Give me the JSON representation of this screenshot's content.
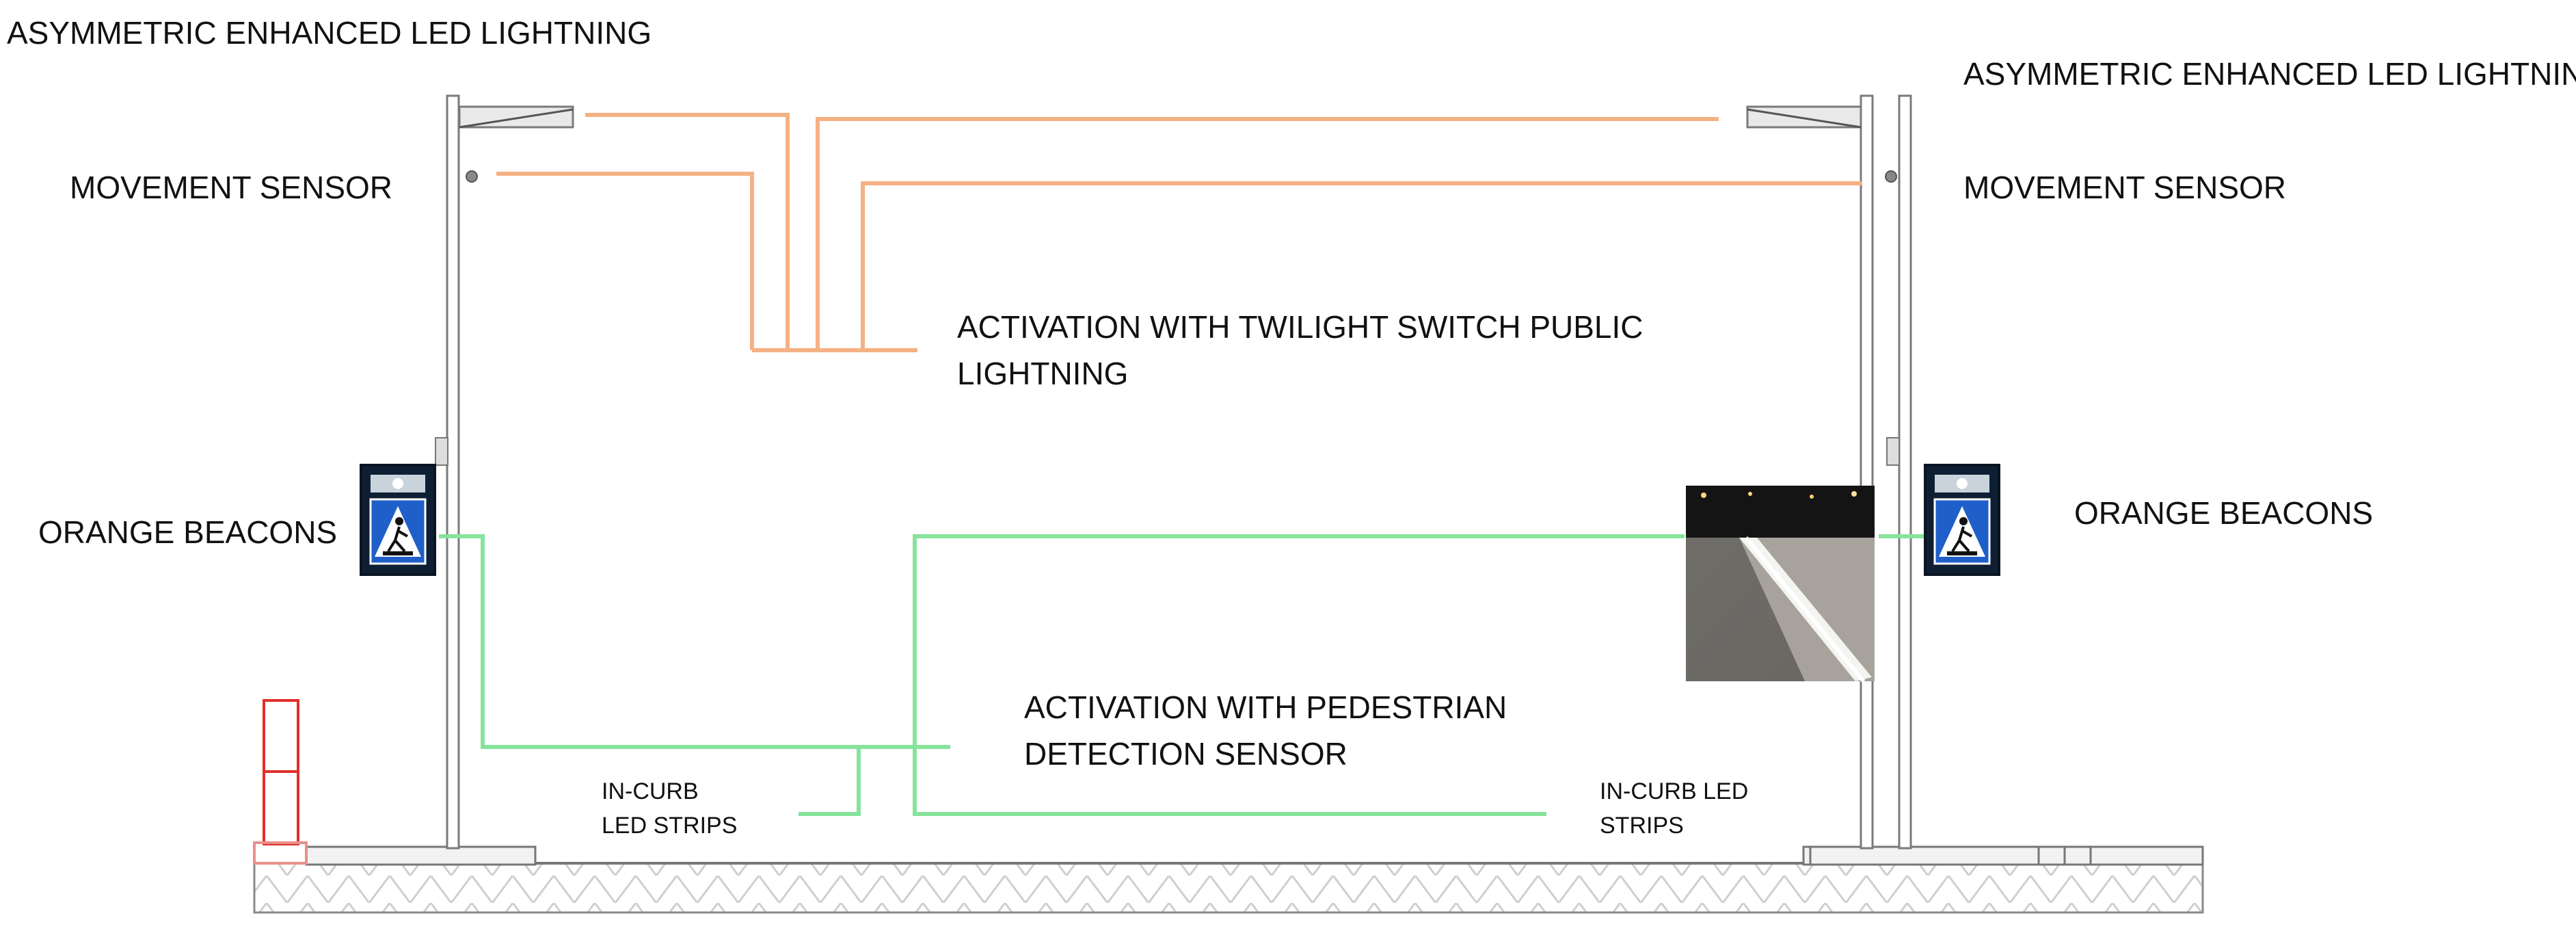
{
  "labels": {
    "led_left": "ASYMMETRIC ENHANCED LED LIGHTNING",
    "led_right": "ASYMMETRIC ENHANCED LED LIGHTNING",
    "sensor_left": "MOVEMENT SENSOR",
    "sensor_right": "MOVEMENT SENSOR",
    "twilight_line1": "ACTIVATION WITH TWILIGHT SWITCH PUBLIC",
    "twilight_line2": "LIGHTNING",
    "beacons_left": "ORANGE BEACONS",
    "beacons_right": "ORANGE BEACONS",
    "pedestrian_line1": "ACTIVATION WITH PEDESTRIAN",
    "pedestrian_line2": "DETECTION SENSOR",
    "curb_left_line1": "IN-CURB",
    "curb_left_line2": "LED STRIPS",
    "curb_right_line1": "IN-CURB LED",
    "curb_right_line2": "STRIPS"
  },
  "icons": {
    "sign": "pedestrian-crossing-sign-icon",
    "photo": "illuminated-curb-photo"
  },
  "colors": {
    "lighting_wire": "#f5b183",
    "sensor_wire": "#87e39b",
    "pole": "#7a7a7a",
    "sign_blue": "#1f5fc9",
    "bollard": "#e0302a",
    "road_hatch": "#d0d0d0"
  }
}
